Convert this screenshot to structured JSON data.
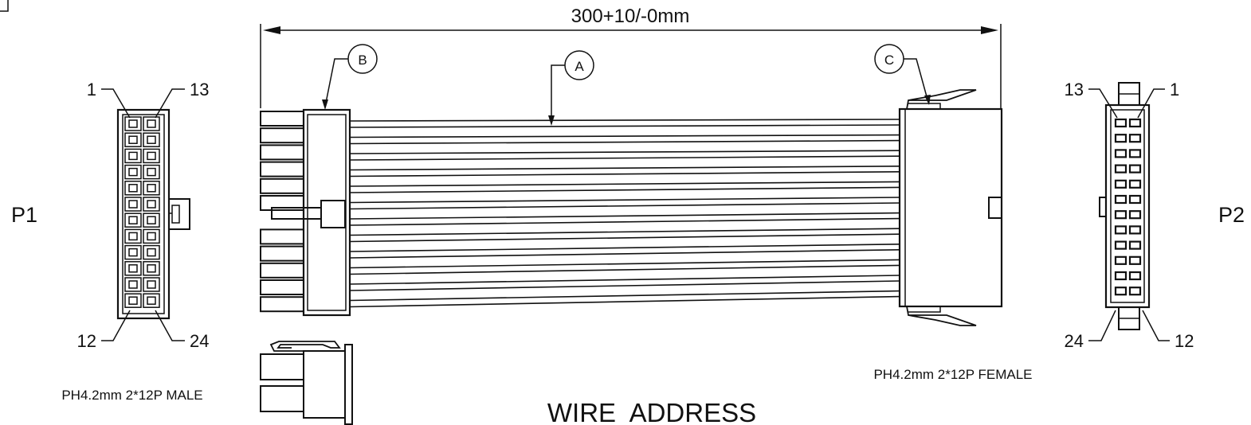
{
  "dimension": {
    "label": "300+10/-0mm"
  },
  "callouts": {
    "a": "A",
    "b": "B",
    "c": "C"
  },
  "p1": {
    "name": "P1",
    "pin_top_left": "1",
    "pin_top_right": "13",
    "pin_bottom_left": "12",
    "pin_bottom_right": "24",
    "caption": "PH4.2mm 2*12P MALE"
  },
  "p2": {
    "name": "P2",
    "pin_top_left": "13",
    "pin_top_right": "1",
    "pin_bottom_left": "24",
    "pin_bottom_right": "12",
    "caption": "PH4.2mm 2*12P FEMALE"
  },
  "footer": {
    "title": "WIRE  ADDRESS"
  },
  "colors": {
    "line": "#111111",
    "background": "#ffffff"
  }
}
